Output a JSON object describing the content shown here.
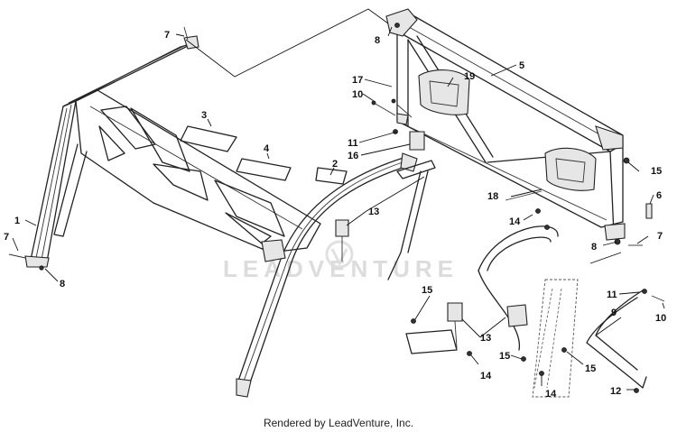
{
  "watermark": "LEADVENTURE",
  "footer": "Rendered by LeadVenture, Inc.",
  "callouts": {
    "c1": "1",
    "c2": "2",
    "c3": "3",
    "c4": "4",
    "c5": "5",
    "c6": "6",
    "c7a": "7",
    "c7b": "7",
    "c7c": "7",
    "c8a": "8",
    "c8b": "8",
    "c8c": "8",
    "c9": "9",
    "c10a": "10",
    "c10b": "10",
    "c11a": "11",
    "c11b": "11",
    "c12": "12",
    "c13a": "13",
    "c13b": "13",
    "c14a": "14",
    "c14b": "14",
    "c14c": "14",
    "c15a": "15",
    "c15b": "15",
    "c15c": "15",
    "c15d": "15",
    "c16": "16",
    "c17": "17",
    "c18": "18",
    "c19": "19"
  }
}
